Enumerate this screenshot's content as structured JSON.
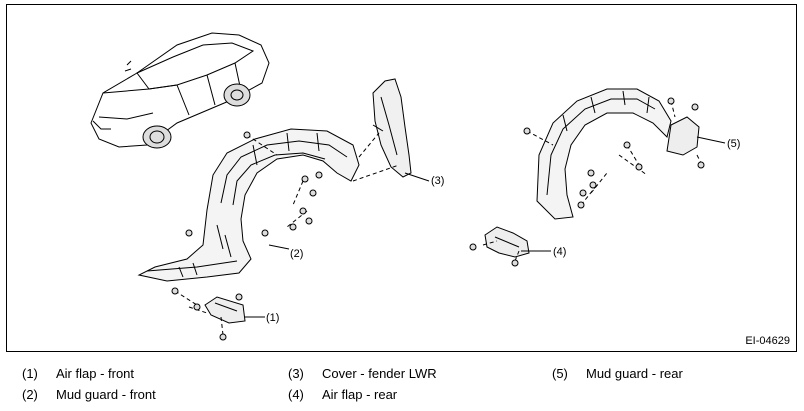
{
  "figure_id": "EI-04629",
  "callouts": [
    {
      "num": "(1)"
    },
    {
      "num": "(2)"
    },
    {
      "num": "(3)"
    },
    {
      "num": "(4)"
    },
    {
      "num": "(5)"
    }
  ],
  "legend": [
    {
      "num": "(1)",
      "label": "Air flap - front"
    },
    {
      "num": "(2)",
      "label": "Mud guard - front"
    },
    {
      "num": "(3)",
      "label": "Cover - fender LWR"
    },
    {
      "num": "(4)",
      "label": "Air flap - rear"
    },
    {
      "num": "(5)",
      "label": "Mud guard - rear"
    }
  ]
}
